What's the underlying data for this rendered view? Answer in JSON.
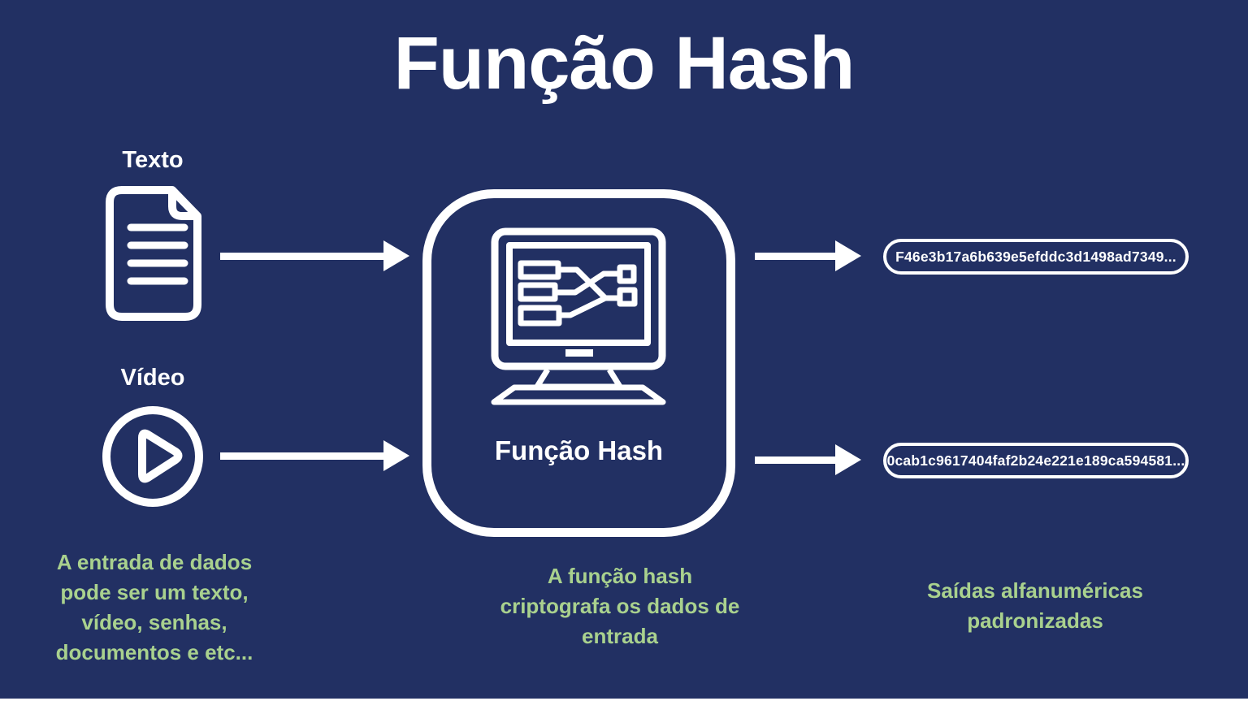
{
  "title": "Função Hash",
  "colors": {
    "background": "#223063",
    "text_white": "#ffffff",
    "caption_green": "#a9d18e"
  },
  "inputs": {
    "text_label": "Texto",
    "video_label": "Vídeo",
    "icons": [
      "document-icon",
      "video-play-icon"
    ],
    "caption": "A entrada de dados\npode ser um texto,\nvídeo, senhas,\ndocumentos e etc..."
  },
  "processor": {
    "label": "Função Hash",
    "icon": "computer-hash-flowchart-icon",
    "caption": "A função hash\ncriptografa os dados de\nentrada"
  },
  "outputs": {
    "hash_top": "F46e3b17a6b639e5efddc3d1498ad7349...",
    "hash_bottom": "0cab1c9617404faf2b24e221e189ca594581...",
    "caption": "Saídas alfanuméricas\npadronizadas"
  }
}
